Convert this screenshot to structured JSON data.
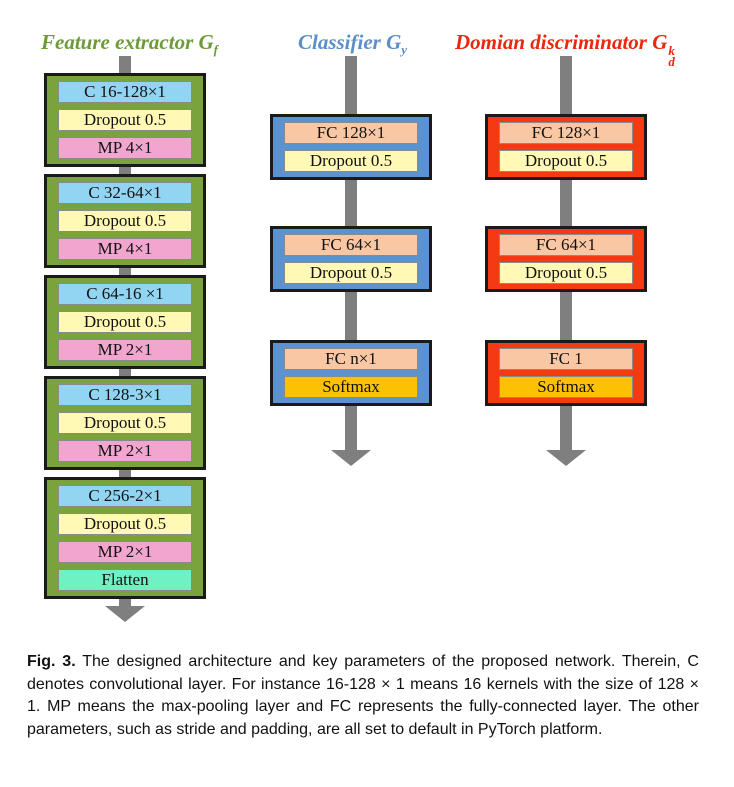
{
  "columns": {
    "feature": {
      "title": "Feature extractor ",
      "sym": "G",
      "sub": "f",
      "sup": "",
      "color": "#6f9a3a",
      "fill": "#7aa33e",
      "blocks": [
        [
          {
            "label": "C 16-128×1",
            "kind": "conv"
          },
          {
            "label": "Dropout 0.5",
            "kind": "dropout"
          },
          {
            "label": "MP 4×1",
            "kind": "mp"
          }
        ],
        [
          {
            "label": "C 32-64×1",
            "kind": "conv"
          },
          {
            "label": "Dropout 0.5",
            "kind": "dropout"
          },
          {
            "label": "MP 4×1",
            "kind": "mp"
          }
        ],
        [
          {
            "label": "C 64-16 ×1",
            "kind": "conv"
          },
          {
            "label": "Dropout 0.5",
            "kind": "dropout"
          },
          {
            "label": "MP 2×1",
            "kind": "mp"
          }
        ],
        [
          {
            "label": "C 128-3×1",
            "kind": "conv"
          },
          {
            "label": "Dropout 0.5",
            "kind": "dropout"
          },
          {
            "label": "MP 2×1",
            "kind": "mp"
          }
        ],
        [
          {
            "label": "C 256-2×1",
            "kind": "conv"
          },
          {
            "label": "Dropout 0.5",
            "kind": "dropout"
          },
          {
            "label": "MP 2×1",
            "kind": "mp"
          },
          {
            "label": "Flatten",
            "kind": "flatten"
          }
        ]
      ]
    },
    "classifier": {
      "title": "Classifier ",
      "sym": "G",
      "sub": "y",
      "sup": "",
      "color": "#5b8fc9",
      "fill": "#5b92d0",
      "blocks": [
        [
          {
            "label": "FC 128×1",
            "kind": "fc"
          },
          {
            "label": "Dropout 0.5",
            "kind": "dropout"
          }
        ],
        [
          {
            "label": "FC 64×1",
            "kind": "fc"
          },
          {
            "label": "Dropout 0.5",
            "kind": "dropout"
          }
        ],
        [
          {
            "label": "FC n×1",
            "kind": "fc"
          },
          {
            "label": "Softmax",
            "kind": "softmax"
          }
        ]
      ]
    },
    "discriminator": {
      "title": "Domian discriminator ",
      "sym": "G",
      "sub": "d",
      "sup": "k",
      "color": "#e8280f",
      "fill": "#f43a12",
      "blocks": [
        [
          {
            "label": "FC 128×1",
            "kind": "fc"
          },
          {
            "label": "Dropout 0.5",
            "kind": "dropout"
          }
        ],
        [
          {
            "label": "FC 64×1",
            "kind": "fc"
          },
          {
            "label": "Dropout 0.5",
            "kind": "dropout"
          }
        ],
        [
          {
            "label": "FC 1",
            "kind": "fc"
          },
          {
            "label": "Softmax",
            "kind": "softmax"
          }
        ]
      ]
    }
  },
  "layer_colors": {
    "conv": "#92d5f3",
    "dropout": "#fff9b5",
    "mp": "#f2a6cf",
    "flatten": "#6ff2c3",
    "fc": "#f9c7a3",
    "softmax": "#fcc100"
  },
  "arrow_color": "#7f7f7f",
  "caption": {
    "label": "Fig. 3.",
    "text": " The designed architecture and key parameters of the proposed network. Therein, C denotes convolutional layer. For instance 16-128 × 1 means 16 kernels with the size of 128 × 1. MP means the max-pooling layer and FC represents the fully-connected layer. The other parameters, such as stride and padding, are all set to default in PyTorch platform."
  }
}
